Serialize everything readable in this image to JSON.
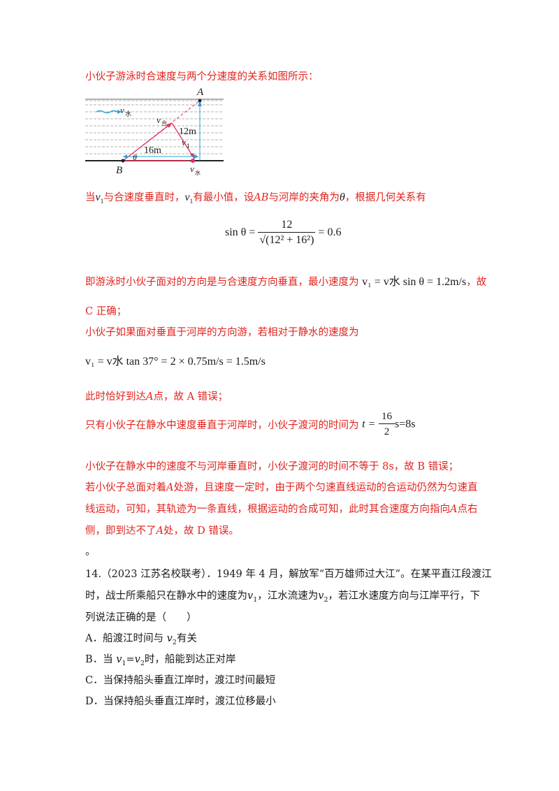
{
  "explanation": {
    "intro": "小伙子游泳时合速度与两个分速度的关系如图所示：",
    "diagram": {
      "labels": {
        "A": "A",
        "B": "B",
        "v_water_arrow": "v",
        "v_water_arrow_sub": "水",
        "v_he": "v",
        "v_he_sub": "合",
        "dist_12": "12m",
        "v1": "v",
        "v1_sub": "1",
        "dist_16": "16m",
        "theta": "θ",
        "v_water_bottom": "v",
        "v_water_bottom_sub": "水"
      }
    },
    "line2": {
      "a": "当",
      "v": "v",
      "v_sub": "1",
      "b": "与合速度垂直时，",
      "c": "有最小值，设",
      "ab": "AB",
      "d": "与河岸的夹角为",
      "theta": "θ",
      "e": "，根据几何关系有"
    },
    "eq1": {
      "lhs": "sin θ =",
      "num": "12",
      "den": "√(12² + 16²)",
      "rhs": "= 0.6"
    },
    "line3": {
      "a": "即游泳时小伙子面对的方向是与合速度方向垂直，最小速度为",
      "eq": "v₁ = v水 sin θ = 1.2m/s",
      "b": "，故"
    },
    "line4": "C 正确；",
    "line5": "小伙子如果面对垂直于河岸的方向游，若相对于静水的速度为",
    "eq2": "v₁ = v水 tan 37° = 2 × 0.75m/s = 1.5m/s",
    "line6": {
      "a": "此时恰好到达",
      "A": "A",
      "b": "点，故 A 错误；"
    },
    "line7": {
      "a": "只有小伙子在静水中速度垂直于河岸时，小伙子渡河的时间为",
      "t": "t =",
      "num": "16",
      "den": "2",
      "unit": "s=8s"
    },
    "line8": "小伙子在静水中的速度不与河岸垂直时，小伙子渡河的时间不等于 8s，故 B 错误；",
    "line9": {
      "a": "若小伙子总面对着",
      "A": "A",
      "b": "处游，且速度一定时，由于两个匀速直线运动的合运动仍然为匀速直"
    },
    "line10": {
      "a": "线运动，可知，其轨迹为一条直线，根据运动的合成可知，此时其合速度方向指向",
      "A": "A",
      "b": "点右"
    },
    "line11": {
      "a": "侧，即到达不了",
      "A": "A",
      "b": "处，故 D 错误。"
    },
    "dot": "。"
  },
  "question": {
    "line1": "14.（2023 江苏名校联考）．1949 年 4 月，解放军“百万雄师过大江”。在某平直江段渡江",
    "line2": {
      "a": "时，战士所乘船只在静水中的速度为",
      "v1": "v",
      "v1_sub": "1",
      "b": "，江水流速为",
      "v2": "v",
      "v2_sub": "2",
      "c": "，若江水速度方向与江岸平行，下"
    },
    "line3": "列说法正确的是（　　）",
    "options": [
      {
        "a": "A．船渡江时间与 ",
        "v": "v",
        "sub": "2",
        "b": "有关"
      },
      {
        "a": "B．当 ",
        "v": "v",
        "sub": "1",
        "mid": "=",
        "v2": "v",
        "sub2": "2",
        "b": "时，船能到达正对岸"
      },
      {
        "a": "C．当保持船头垂直江岸时，渡江时间最短"
      },
      {
        "a": "D．当保持船头垂直江岸时，渡江位移最小"
      }
    ]
  },
  "colors": {
    "answer_text": "#e0231e",
    "body_text": "#1a1a1a",
    "arrow_red": "#e0315a",
    "arrow_blue": "#2aa3d8",
    "water_line": "#999999"
  }
}
